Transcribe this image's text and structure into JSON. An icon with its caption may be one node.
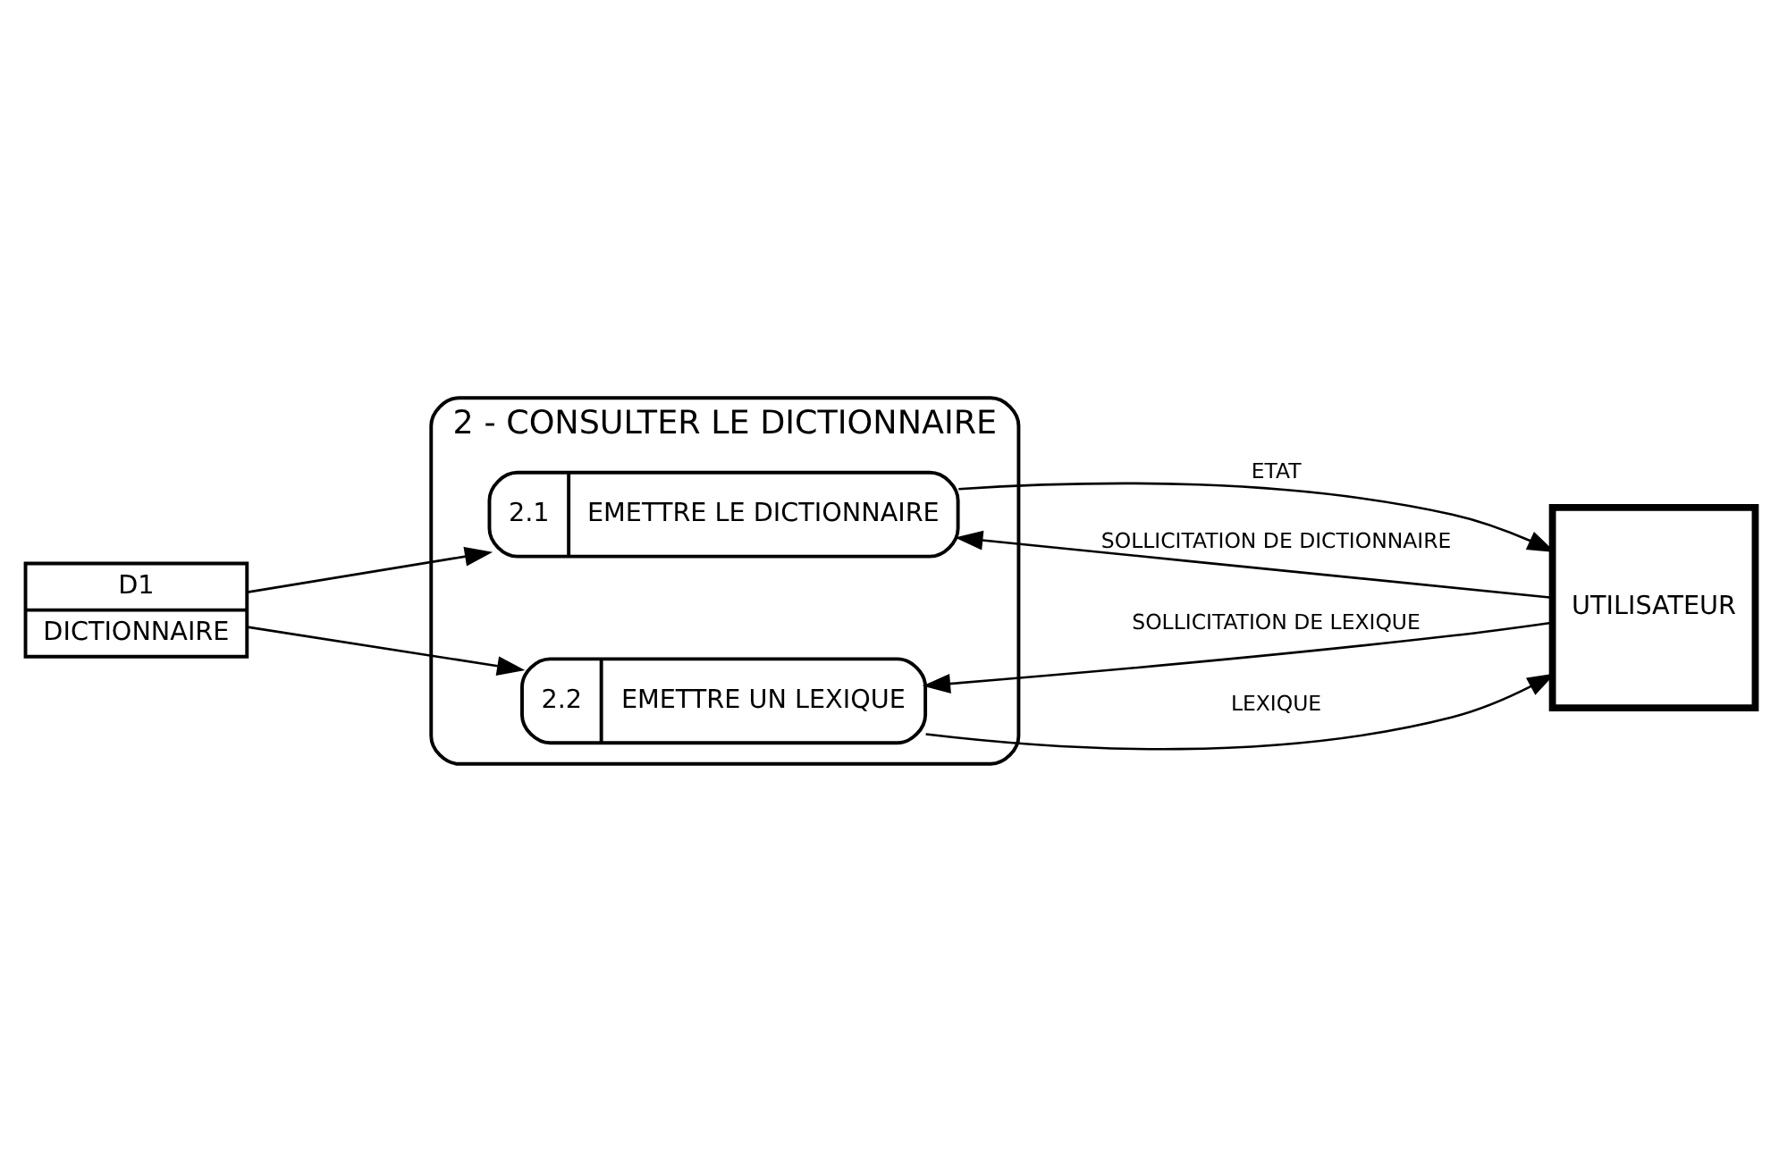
{
  "diagram": {
    "nodes": [
      {
        "text": [
          "2 - CONSULTER LE DICTIONNAIRE"
        ]
      },
      {
        "text": [
          "UTILISATEUR"
        ]
      },
      {
        "text": [
          "2.1",
          "EMETTRE LE DICTIONNAIRE"
        ],
        "in": 0
      },
      {
        "text": [
          "2.2",
          "EMETTRE UN LEXIQUE"
        ],
        "in": 0
      },
      {
        "text": [
          "D1",
          "DICTIONNAIRE"
        ]
      }
    ],
    "edges": [
      {
        "from": 1,
        "to": 2,
        "arrow": "to",
        "label": "SOLLICITATION DE DICTIONNAIRE"
      },
      {
        "from": 2,
        "to": 1,
        "arrow": "to",
        "label": "ETAT"
      },
      {
        "from": 1,
        "to": 3,
        "arrow": "to",
        "label": "SOLLICITATION DE LEXIQUE"
      },
      {
        "from": 3,
        "to": 1,
        "arrow": "to",
        "label": "LEXIQUE"
      },
      {
        "from": 4,
        "to": 2,
        "arrow": "to"
      },
      {
        "from": 4,
        "to": 3,
        "arrow": "to"
      }
    ]
  }
}
